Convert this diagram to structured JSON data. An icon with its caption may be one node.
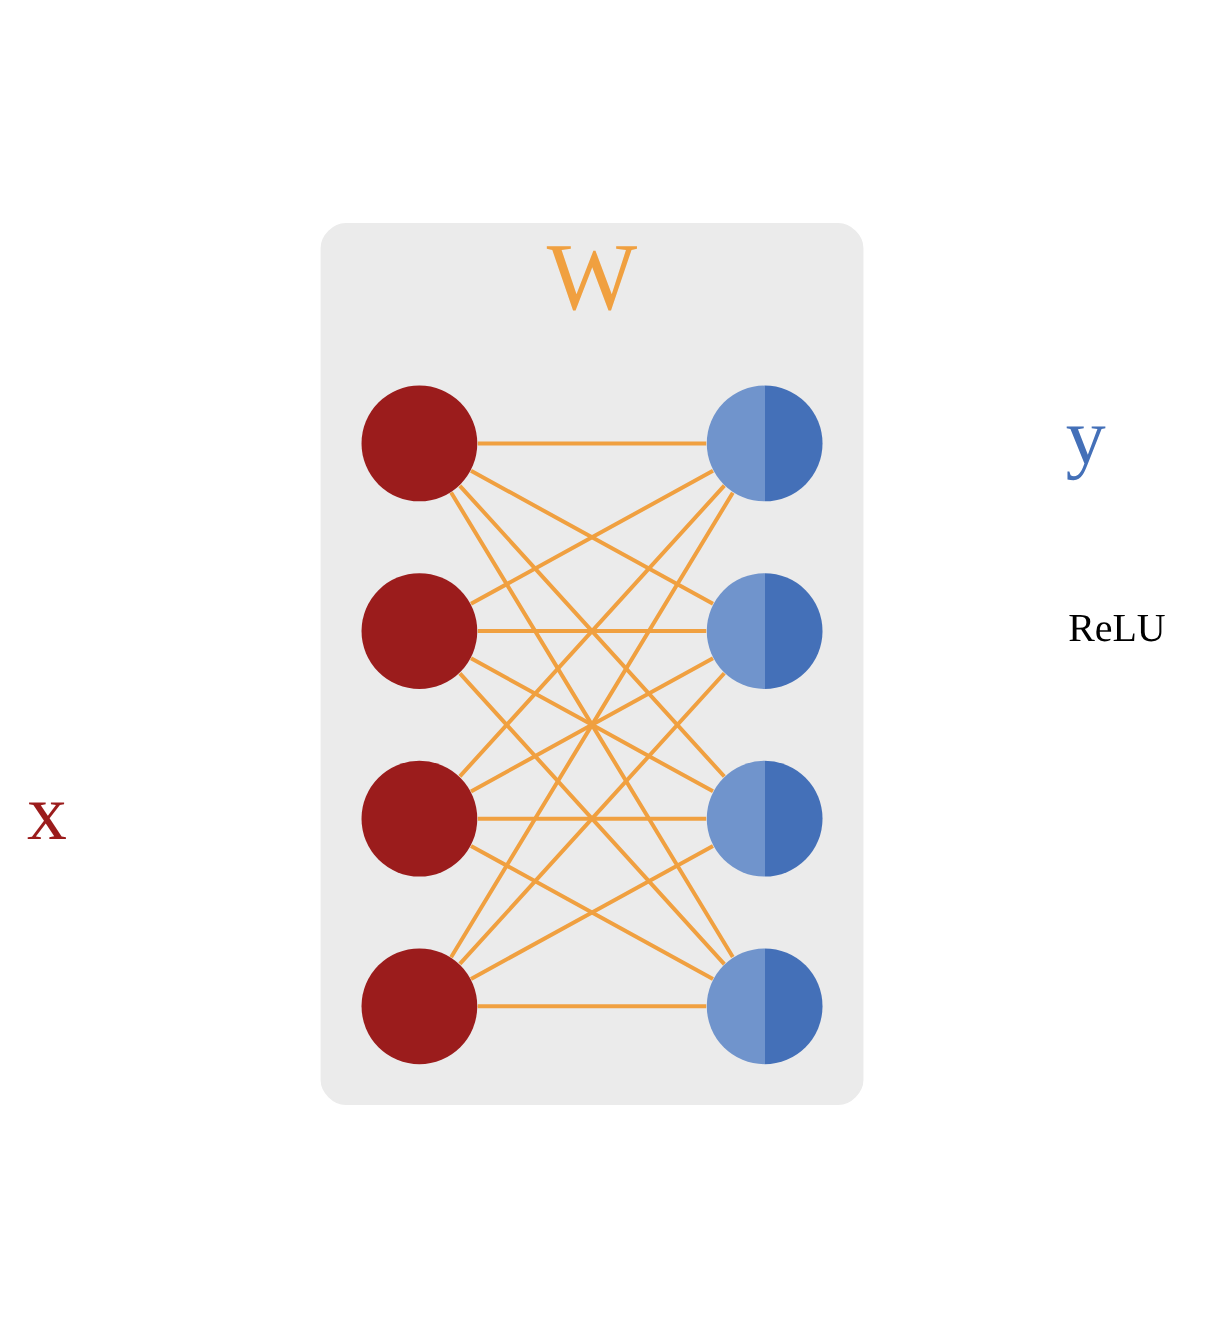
{
  "diagram": {
    "nodes": [
      {
        "text": [
          "W"
        ]
      },
      {
        "text": [],
        "shape": "circle",
        "in": 0
      },
      {
        "text": [],
        "shape": "circle",
        "in": 0
      },
      {
        "text": [],
        "shape": "circle",
        "in": 0
      },
      {
        "text": [],
        "shape": "circle",
        "in": 0
      },
      {
        "text": [],
        "shape": "circle",
        "in": 0
      },
      {
        "text": [],
        "shape": "circle",
        "in": 0
      },
      {
        "text": [],
        "shape": "circle",
        "in": 0
      },
      {
        "text": [],
        "shape": "circle",
        "in": 0
      }
    ],
    "edges": [
      {
        "from": 1,
        "to": 5,
        "arrow": "none"
      },
      {
        "from": 1,
        "to": 6,
        "arrow": "none"
      },
      {
        "from": 1,
        "to": 7,
        "arrow": "none"
      },
      {
        "from": 1,
        "to": 8,
        "arrow": "none"
      },
      {
        "from": 2,
        "to": 5,
        "arrow": "none"
      },
      {
        "from": 2,
        "to": 6,
        "arrow": "none"
      },
      {
        "from": 2,
        "to": 7,
        "arrow": "none"
      },
      {
        "from": 2,
        "to": 8,
        "arrow": "none"
      },
      {
        "from": 3,
        "to": 5,
        "arrow": "none"
      },
      {
        "from": 3,
        "to": 6,
        "arrow": "none"
      },
      {
        "from": 3,
        "to": 7,
        "arrow": "none"
      },
      {
        "from": 3,
        "to": 8,
        "arrow": "none"
      },
      {
        "from": 4,
        "to": 5,
        "arrow": "none"
      },
      {
        "from": 4,
        "to": 6,
        "arrow": "none"
      },
      {
        "from": 4,
        "to": 7,
        "arrow": "none"
      },
      {
        "from": 4,
        "to": 8,
        "arrow": "none"
      }
    ],
    "labels": [
      "x⃗",
      "y⃗",
      "ReLU"
    ]
  }
}
